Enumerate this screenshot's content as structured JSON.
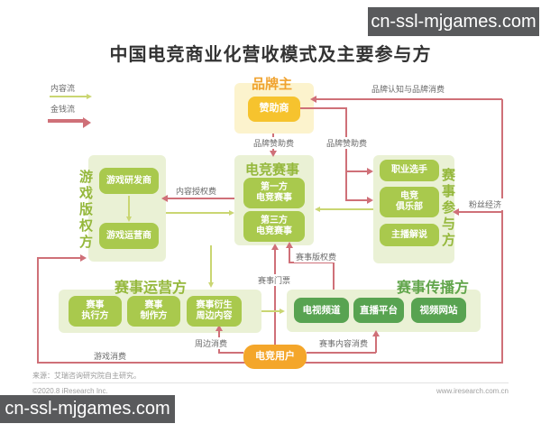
{
  "watermark": "cn-ssl-mjgames.com",
  "title": "中国电竞商业化营收模式及主要参与方",
  "legend": {
    "content": "内容流",
    "money": "金钱流"
  },
  "nodes": {
    "brand": {
      "title": "品牌主",
      "sponsor": "赞助商"
    },
    "copyright": {
      "title": "游戏版权方",
      "developer": "游戏研发商",
      "operator": "游戏运营商"
    },
    "events": {
      "title": "电竞赛事",
      "first_l1": "第一方",
      "first_l2": "电竞赛事",
      "third_l1": "第三方",
      "third_l2": "电竞赛事"
    },
    "participants": {
      "title": "赛事参与方",
      "players": "职业选手",
      "club_l1": "电竞",
      "club_l2": "俱乐部",
      "casters": "主播解说"
    },
    "operators": {
      "title": "赛事运营方",
      "exec_l1": "赛事",
      "exec_l2": "执行方",
      "prod_l1": "赛事",
      "prod_l2": "制作方",
      "deriv_l1": "赛事衍生",
      "deriv_l2": "周边内容"
    },
    "broadcasters": {
      "title": "赛事传播方",
      "tv": "电视频道",
      "live": "直播平台",
      "video": "视频网站"
    },
    "users": "电竞用户"
  },
  "flows": {
    "brand_awareness": "品牌认知与品牌消费",
    "brand_sponsorship_left": "品牌赞助费",
    "brand_sponsorship_right": "品牌赞助费",
    "content_license_fee": "内容授权费",
    "fan_economy": "粉丝经济",
    "event_copyright_fee": "赛事版权费",
    "event_tickets": "赛事门票",
    "merch_consumption": "周边消费",
    "game_consumption": "游戏消费",
    "event_content_consumption": "赛事内容消费"
  },
  "colors": {
    "money_flow": "#cf7078",
    "content_flow": "#cad672",
    "panel_green": "#eaf1d5",
    "panel_yellow": "#fcf3cd",
    "box_yellow_green": "#a9c94d",
    "box_dark_green": "#58a351",
    "box_gold": "#f6c32e",
    "box_orange": "#f4a62a",
    "title_green": "#95b83c",
    "title_orange": "#f0a32f",
    "watermark_bg": "#595a5c"
  },
  "footer": {
    "source": "来源：艾瑞咨询研究院自主研究。",
    "copyright": "©2020.8 iResearch Inc.",
    "url": "www.iresearch.com.cn"
  }
}
